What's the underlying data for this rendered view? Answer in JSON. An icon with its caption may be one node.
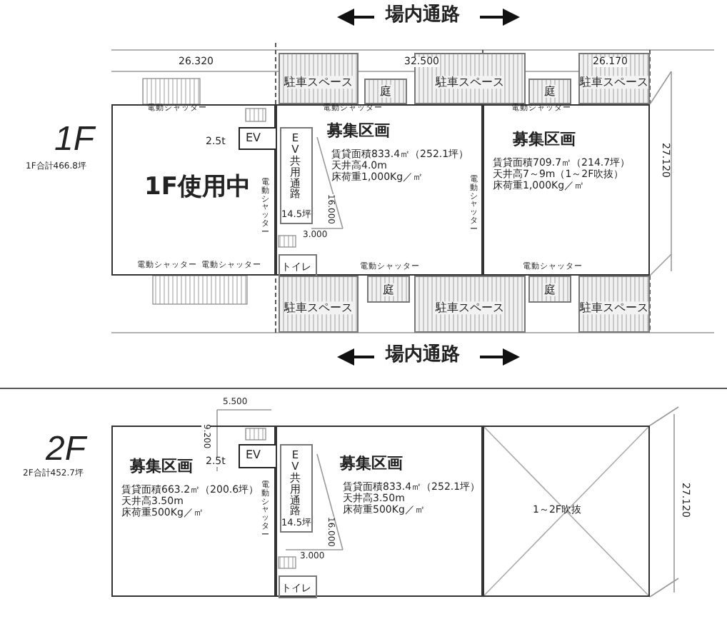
{
  "diagram": {
    "nodes": [
      {
        "text": [
          "駐車スペース"
        ]
      },
      {
        "text": [
          "庭"
        ]
      },
      {
        "text": [
          "駐車スペース"
        ]
      },
      {
        "text": [
          "庭"
        ]
      },
      {
        "text": [
          "駐車スペース"
        ]
      },
      {
        "text": [
          "1F使用中"
        ]
      },
      {
        "text": [
          "EV"
        ],
        "in": 5
      },
      {
        "text": [
          "募集区画",
          "賃貸面積833.4㎡（252.1坪）",
          "天井高4.0m",
          "床荷重1,000Kg／㎡"
        ]
      },
      {
        "text": [
          "EV共用通路",
          "14.5坪"
        ],
        "in": 7
      },
      {
        "text": [
          "トイレ"
        ],
        "in": 7
      },
      {
        "text": [
          "募集区画",
          "賃貸面積709.7㎡（214.7坪）",
          "天井高7～9m（1～2F吹抜）",
          "床荷重1,000Kg／㎡"
        ]
      },
      {
        "text": [
          "駐車スペース"
        ]
      },
      {
        "text": [
          "庭"
        ]
      },
      {
        "text": [
          "駐車スペース"
        ]
      },
      {
        "text": [
          "庭"
        ]
      },
      {
        "text": [
          "駐車スペース"
        ]
      },
      {
        "text": [
          "募集区画",
          "賃貸面積663.2㎡（200.6坪）",
          "天井高3.50m",
          "床荷重500Kg／㎡"
        ]
      },
      {
        "text": [
          "EV"
        ],
        "in": 16
      },
      {
        "text": [
          "募集区画",
          "賃貸面積833.4㎡（252.1坪）",
          "天井高3.50m",
          "床荷重500Kg／㎡"
        ]
      },
      {
        "text": [
          "EV共用通路",
          "14.5坪"
        ],
        "in": 18
      },
      {
        "text": [
          "トイレ"
        ],
        "in": 18
      },
      {
        "text": [
          "1～2F吹抜"
        ]
      }
    ],
    "labels": [
      "場内通路",
      "26.320",
      "32.500",
      "26.170",
      "1F",
      "1F合計466.8坪",
      "電動シャッター",
      "電動シャッター",
      "電動シャッター",
      "2.5t",
      "電動シャッター",
      "16.000",
      "電動シャッター",
      "27.120",
      "3.000",
      "電動シャッター",
      "電動シャッター",
      "電動シャッター",
      "電動シャッター",
      "場内通路",
      "5.500",
      "2F",
      "9.200",
      "2F合計452.7坪",
      "2.5t",
      "電動シャッター",
      "16.000",
      "3.000",
      "27.120"
    ]
  }
}
